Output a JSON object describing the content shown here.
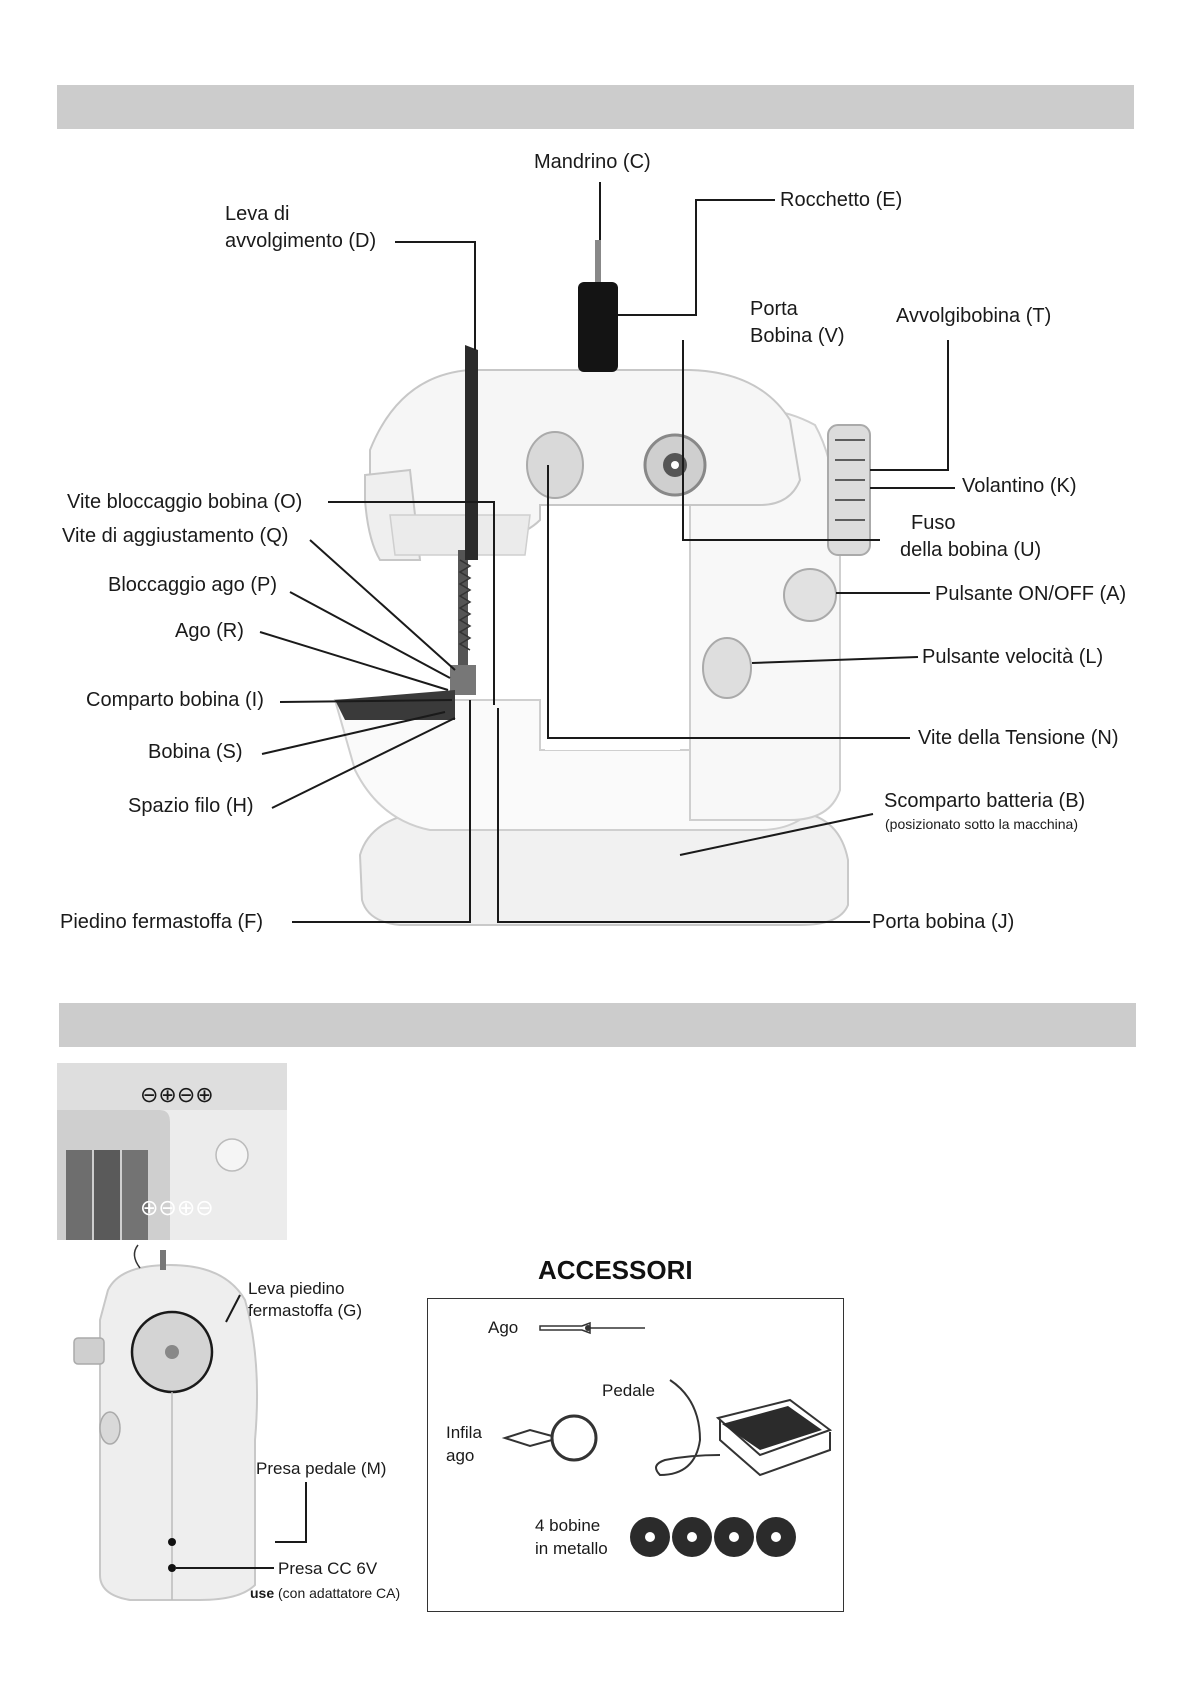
{
  "labels": {
    "C": "Mandrino (C)",
    "E": "Rocchetto (E)",
    "D1": "Leva di",
    "D2": "avvolgimento (D)",
    "V1": "Porta",
    "V2": "Bobina (V)",
    "T": "Avvolgibobina (T)",
    "O": "Vite bloccaggio bobina (O)",
    "K": "Volantino (K)",
    "Q": "Vite di aggiustamento (Q)",
    "U1": "Fuso",
    "U2": "della bobina (U)",
    "P": "Bloccaggio ago (P)",
    "A": "Pulsante ON/OFF (A)",
    "R": "Ago (R)",
    "L": "Pulsante velocità (L)",
    "I": "Comparto bobina (I)",
    "N": "Vite della Tensione (N)",
    "S": "Bobina (S)",
    "B": "Scomparto batteria (B)",
    "B_note": "(posizionato sotto la macchina)",
    "H": "Spazio filo (H)",
    "F": "Piedino fermastoffa (F)",
    "J": "Porta bobina (J)"
  },
  "battery": {
    "top_polarity": "⊖⊕⊖⊕",
    "bottom_polarity": "⊕⊖⊕⊖"
  },
  "side": {
    "G1": "Leva piedino",
    "G2": "fermastoffa (G)",
    "M": "Presa pedale (M)",
    "DC1": "Presa CC 6V",
    "DC_use": "use",
    "DC2": "(con adattatore CA)"
  },
  "accessories": {
    "title": "ACCESSORI",
    "needle": "Ago",
    "pedal": "Pedale",
    "threader1": "Infila",
    "threader2": "ago",
    "bobbins1": "4 bobine",
    "bobbins2": "in metallo"
  }
}
